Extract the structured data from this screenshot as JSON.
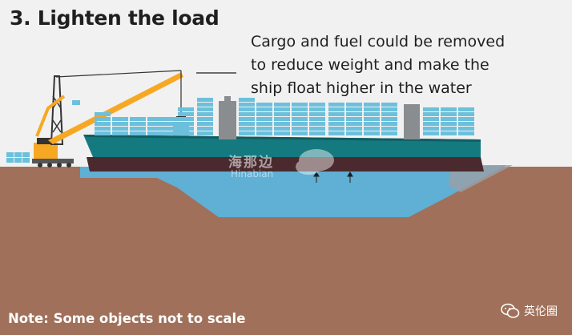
{
  "title": "3. Lighten the load",
  "callout": {
    "lines": [
      "Cargo and fuel could be removed",
      "to reduce weight and make the",
      "ship float higher in the water"
    ]
  },
  "note": "Note: Some objects not to scale",
  "watermark": {
    "chinese": "海那边",
    "latin": "Hinabian"
  },
  "brand": {
    "name": "英伦圈",
    "icon": "wechat-icon"
  },
  "colors": {
    "background": "#f1f1f1",
    "ground": "#a0705a",
    "water": "#5fb0d4",
    "hull": "#157a80",
    "hull_bottom": "#4a2a2e",
    "containers": "#6cc0dc",
    "crane": "#f7a823"
  }
}
